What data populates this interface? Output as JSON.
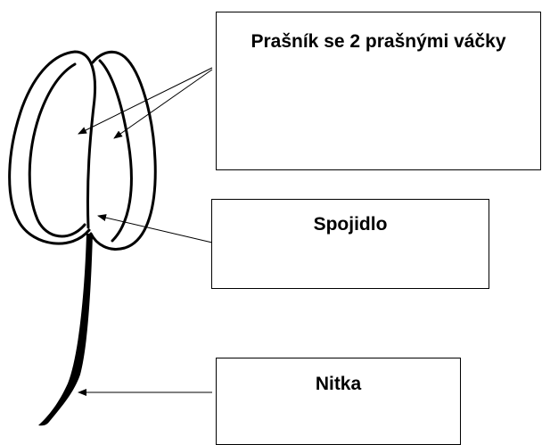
{
  "labels": {
    "anther": "Prašník se 2 prašnými váčky",
    "connective": "Spojidlo",
    "filament": "Nitka"
  },
  "colors": {
    "stroke": "#000000",
    "background": "#ffffff"
  }
}
